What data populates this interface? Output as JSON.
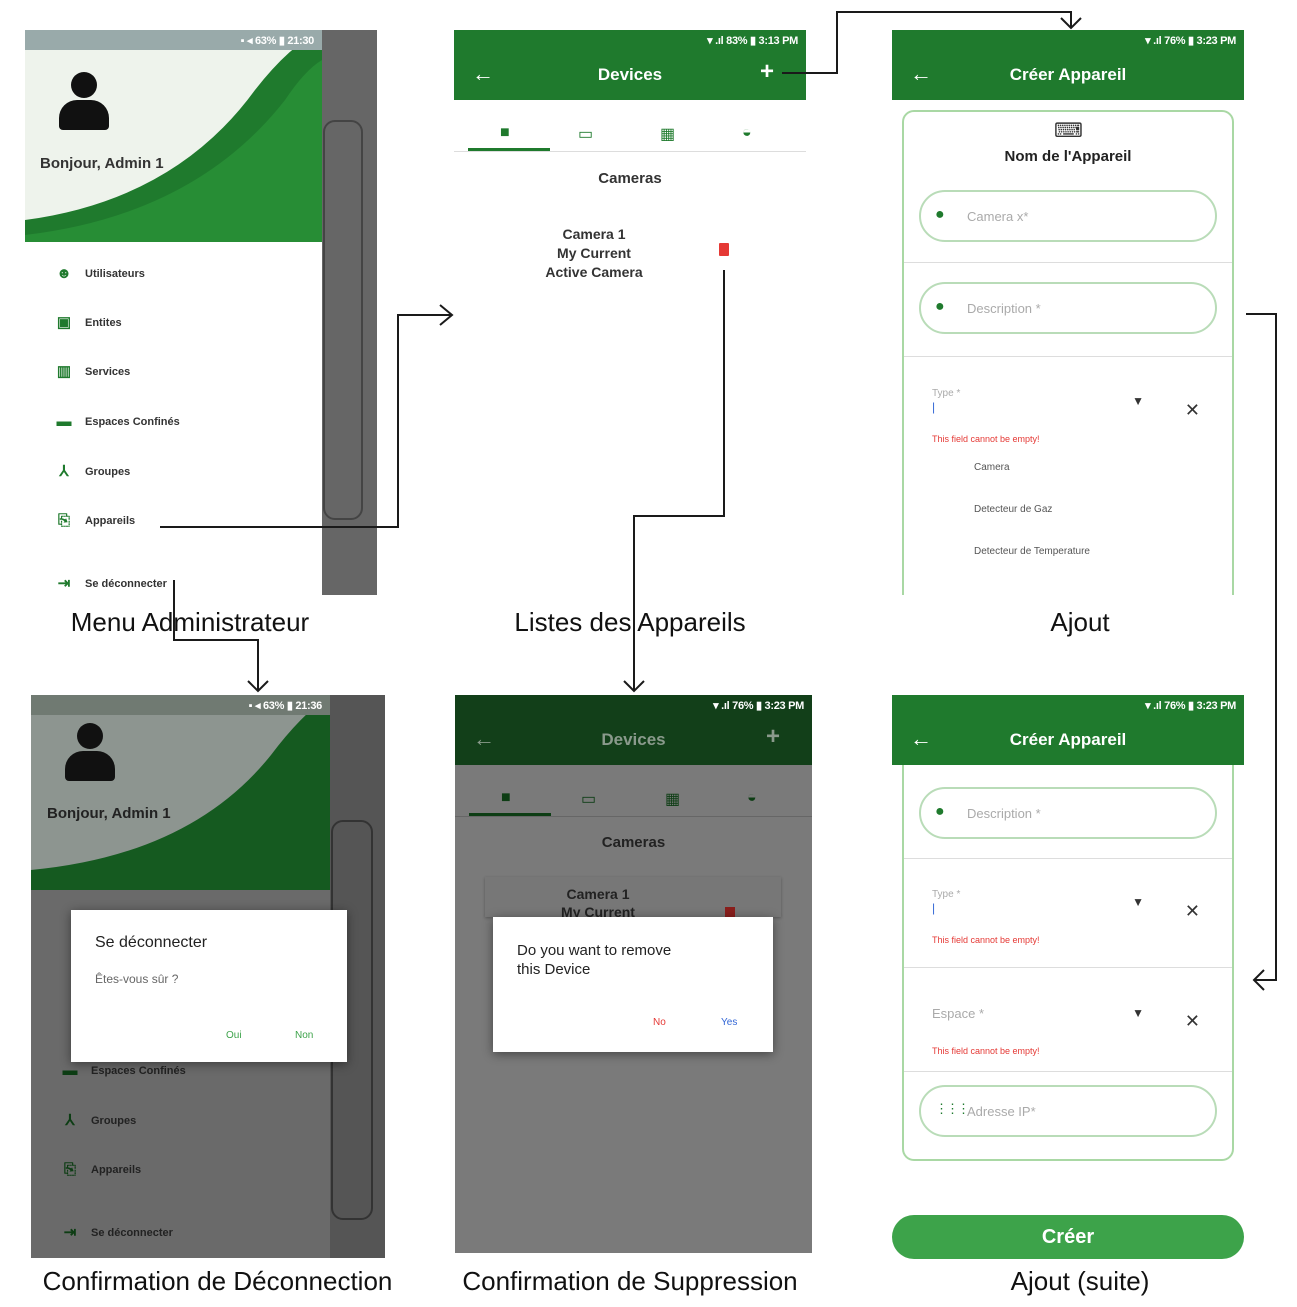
{
  "colors": {
    "primary": "#1f7a2d",
    "accent": "#3da34a",
    "error": "#e53935",
    "link": "#3367d6"
  },
  "captions": {
    "menu": "Menu Administrateur",
    "list": "Listes des Appareils",
    "add": "Ajout",
    "logout_confirm": "Confirmation de Déconnection",
    "delete_confirm": "Confirmation de Suppression",
    "add_cont": "Ajout (suite)"
  },
  "menu": {
    "status": "▪ ◂ 63% ▮ 21:30",
    "greeting": "Bonjour, Admin 1",
    "items": [
      {
        "label": "Utilisateurs",
        "icon": "users-icon"
      },
      {
        "label": "Entites",
        "icon": "entity-icon"
      },
      {
        "label": "Services",
        "icon": "services-icon"
      },
      {
        "label": "Espaces Confinés",
        "icon": "space-icon"
      },
      {
        "label": "Groupes",
        "icon": "groups-icon"
      },
      {
        "label": "Appareils",
        "icon": "device-icon"
      },
      {
        "label": "Se déconnecter",
        "icon": "logout-icon"
      }
    ]
  },
  "devices": {
    "status": "▾ .ıl 83% ▮ 3:13 PM",
    "title": "Devices",
    "section": "Cameras",
    "camera_name": "Camera 1",
    "camera_desc1": "My Current",
    "camera_desc2": "Active Camera"
  },
  "create": {
    "status": "▾ .ıl 76% ▮ 3:23 PM",
    "title": "Créer Appareil",
    "header": "Nom de l'Appareil",
    "name_ph": "Camera x*",
    "desc_ph": "Description *",
    "type_label": "Type *",
    "type_error": "This field cannot be empty!",
    "options": [
      "Camera",
      "Detecteur de Gaz",
      "Detecteur de Temperature"
    ]
  },
  "logout": {
    "status": "▪ ◂ 63% ▮ 21:36",
    "greeting": "Bonjour, Admin 1",
    "dialog_title": "Se déconnecter",
    "dialog_text": "Êtes-vous sûr ?",
    "ok": "Oui",
    "cancel": "Non",
    "bg_items": [
      "Espaces Confinés",
      "Groupes",
      "Appareils",
      "Se déconnecter"
    ]
  },
  "remove": {
    "status": "▾ .ıl 76% ▮ 3:23 PM",
    "title": "Devices",
    "section": "Cameras",
    "camera_name": "Camera 1",
    "camera_desc": "My Current",
    "dialog_text1": "Do you want to remove",
    "dialog_text2": "this Device",
    "no": "No",
    "yes": "Yes"
  },
  "create2": {
    "status": "▾ .ıl 76% ▮ 3:23 PM",
    "title": "Créer Appareil",
    "desc_ph": "Description *",
    "type_label": "Type *",
    "type_error": "This field cannot be empty!",
    "space_label": "Espace *",
    "space_error": "This field cannot be empty!",
    "ip_ph": "Adresse IP*",
    "submit": "Créer"
  }
}
